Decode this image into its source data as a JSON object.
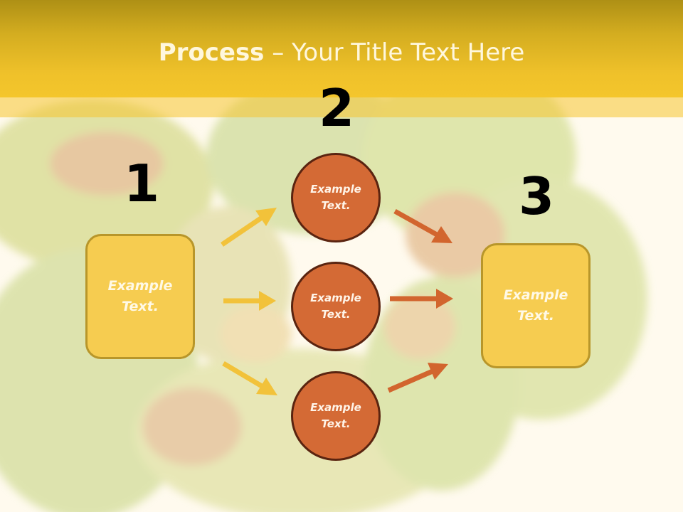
{
  "slide": {
    "title_bold": "Process",
    "title_rest": " – Your Title Text Here"
  },
  "steps": {
    "step1": {
      "number": "1",
      "text": "Example Text."
    },
    "step2": {
      "number": "2",
      "items": [
        "Example Text.",
        "Example Text.",
        "Example Text."
      ]
    },
    "step3": {
      "number": "3",
      "text": "Example Text."
    }
  },
  "colors": {
    "header": "#f4c62c",
    "box_fill": "#f6cc50",
    "circle_fill": "#d46a35",
    "arrow_yellow": "#f2c23a",
    "arrow_orange": "#d2652e"
  }
}
